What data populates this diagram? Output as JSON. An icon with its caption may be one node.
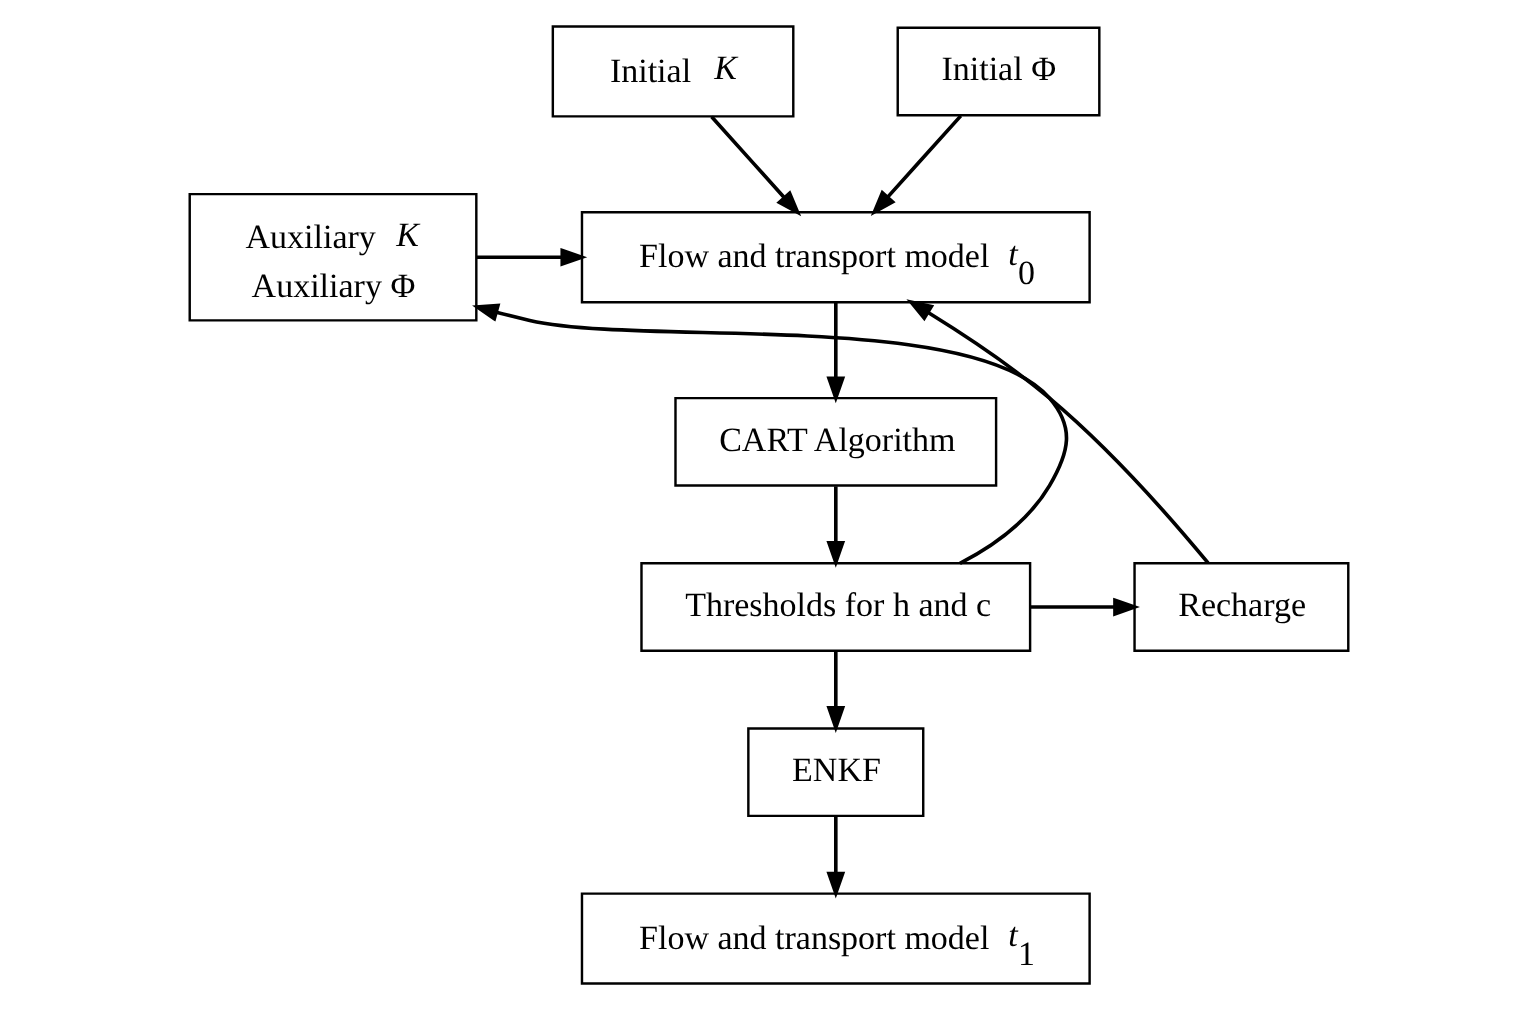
{
  "diagram": {
    "nodes": [
      {
        "text": [
          "Initial *K*"
        ]
      },
      {
        "text": [
          "Initial Φ"
        ]
      },
      {
        "text": [
          "Auxiliary *K*",
          "Auxiliary Φ"
        ]
      },
      {
        "text": [
          "Flow and transport model *t*$_{0}$"
        ]
      },
      {
        "text": [
          "CART Algorithm"
        ]
      },
      {
        "text": [
          "Thresholds for h and c"
        ]
      },
      {
        "text": [
          "Recharge"
        ]
      },
      {
        "text": [
          "ENKF"
        ]
      },
      {
        "text": [
          "Flow and transport model *t*$_{1}$"
        ]
      }
    ],
    "edges": [
      {
        "from": 0,
        "to": 3,
        "arrow": "to"
      },
      {
        "from": 1,
        "to": 3,
        "arrow": "to"
      },
      {
        "from": 2,
        "to": 3,
        "arrow": "to"
      },
      {
        "from": 3,
        "to": 4,
        "arrow": "to"
      },
      {
        "from": 4,
        "to": 5,
        "arrow": "to"
      },
      {
        "from": 5,
        "to": 2,
        "arrow": "to"
      },
      {
        "from": 5,
        "to": 6,
        "arrow": "to"
      },
      {
        "from": 6,
        "to": 3,
        "arrow": "to"
      },
      {
        "from": 5,
        "to": 7,
        "arrow": "to"
      },
      {
        "from": 7,
        "to": 8,
        "arrow": "to"
      }
    ]
  }
}
